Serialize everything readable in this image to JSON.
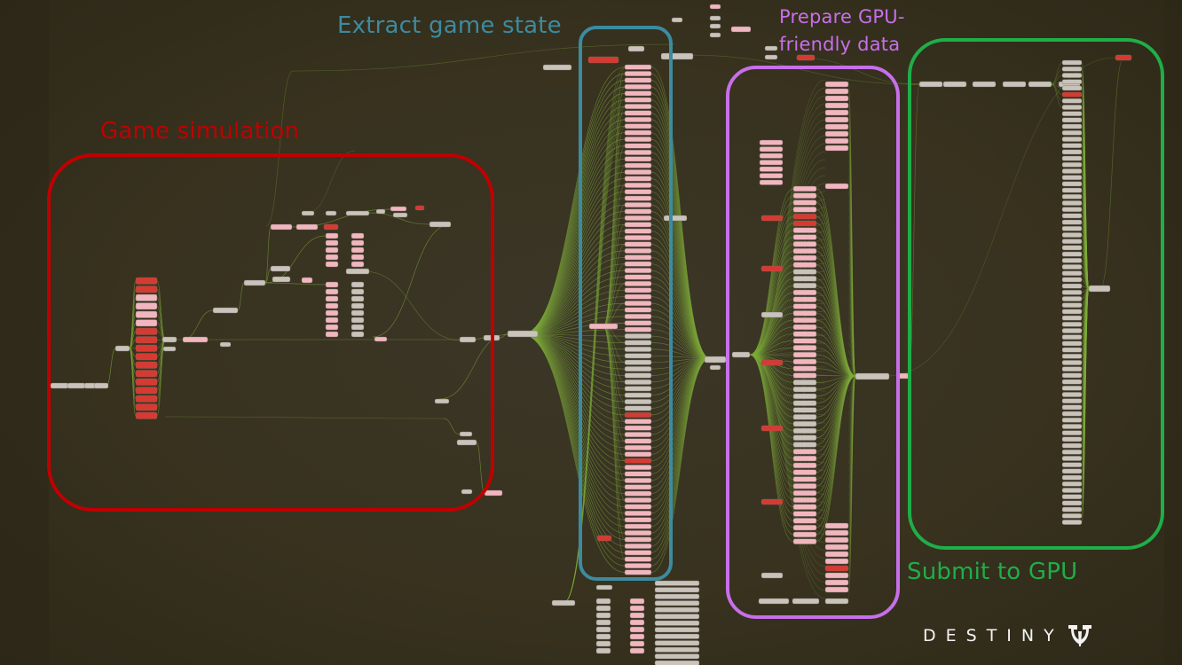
{
  "groups": [
    {
      "id": "sim",
      "label": "Game simulation",
      "color": "#c00000"
    },
    {
      "id": "extract",
      "label": "Extract game state",
      "color": "#3c8ba0"
    },
    {
      "id": "prepare",
      "label_line1": "Prepare GPU-",
      "label_line2": "friendly data",
      "color": "#c76fea"
    },
    {
      "id": "submit",
      "label": "Submit to GPU",
      "color": "#1fae48"
    }
  ],
  "brand": {
    "text": "DESTINY",
    "icon": "destiny-tricorn-icon"
  },
  "colors": {
    "background": "#38321f",
    "edge": "#7fae3a",
    "node_gray": "#c9c3bc",
    "node_pink": "#f2b6c0",
    "node_red": "#d63a32"
  }
}
